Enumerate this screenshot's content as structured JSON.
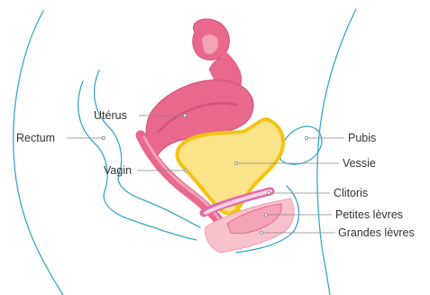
{
  "labels": {
    "rectum": "Rectum",
    "uterus": "Utérus",
    "vagina": "Vagin",
    "pubis": "Pubis",
    "bladder": "Vessie",
    "clitoris": "Clitoris",
    "labia_minora": "Petites lèvres",
    "labia_majora": "Grandes lèvres"
  },
  "colors": {
    "outline": "#3aa6c9",
    "uterus": "#e8698c",
    "uterus_light": "#f4a3b7",
    "bladder_fill": "#fbe38a",
    "bladder_stroke": "#f2c515",
    "vulva": "#f7c2cc",
    "label_line": "#888888",
    "text": "#333333"
  }
}
